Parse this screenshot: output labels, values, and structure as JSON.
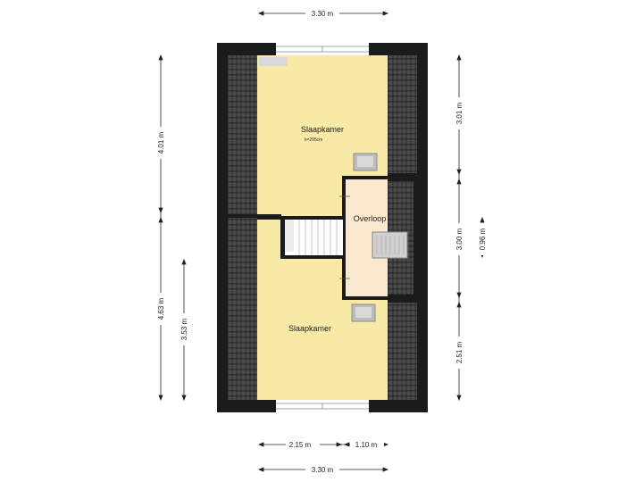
{
  "colors": {
    "wall": "#1b1b1b",
    "room_yellow": "#f8eaa6",
    "landing": "#fbe9cf",
    "roof_tile": "#3a3a3a",
    "dim_line": "#222222"
  },
  "rooms": {
    "bedroom_top": {
      "label": "Slaapkamer",
      "height_note": "h=295cm"
    },
    "landing": {
      "label": "Overloop"
    },
    "bedroom_bottom": {
      "label": "Slaapkamer"
    }
  },
  "dimensions": {
    "top_width": "3.30 m",
    "bottom_total": "3.30 m",
    "bottom_left": "2.15 m",
    "bottom_right": "1.10 m",
    "left_upper": "4.01 m",
    "left_lower": "4.63 m",
    "left_inner": "3.53 m",
    "right_upper": "3.01 m",
    "right_middle": "3.00 m",
    "right_lower": "2.51 m",
    "right_small": "0.96 m"
  }
}
